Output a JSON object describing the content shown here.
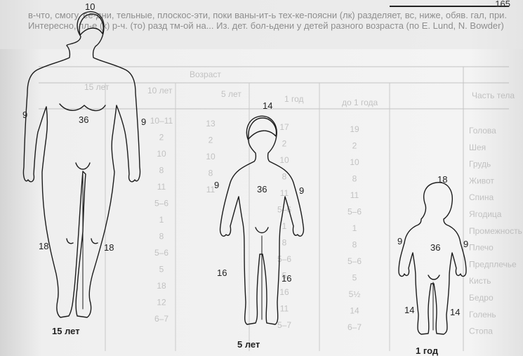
{
  "page_corner": "165",
  "background_text": "в-что, смогу, ее-дни, тельные, плоскос-эти, поки ваны-ит-ь тех-ке-поясни (лк) разделяет, вс, ниже, обяв. гал, при.  Интересно, пл-е (к) р-ч. (то) разд тм-ой на... Из. дет. бол-ьдени  у детей разного возраста (по Е. Lund, N. Bowder)",
  "figures": [
    {
      "caption": "15 лет",
      "head": "10",
      "trunk": "36",
      "left_arm": "9",
      "right_arm": "9",
      "left_leg": "18",
      "right_leg": "18"
    },
    {
      "caption": "5 лет",
      "head": "14",
      "trunk": "36",
      "left_arm": "9",
      "right_arm": "9",
      "left_leg": "16",
      "right_leg": "16"
    },
    {
      "caption": "1 год",
      "head": "18",
      "trunk": "36",
      "left_arm": "9",
      "right_arm": "9",
      "left_leg": "14",
      "right_leg": "14"
    }
  ],
  "ghost_table": {
    "header_age": "Возраст",
    "col_body_part": "Часть тела",
    "col_until_1": "до 1 года",
    "col_1y": "1 год",
    "col_5y": "5 лет",
    "col_10y": "10 лет",
    "col_15y": "15 лет",
    "rows_col1": [
      "19",
      "2",
      "10",
      "8",
      "11",
      "5–6",
      "1",
      "8",
      "5–6",
      "5",
      "5½",
      "14",
      "6–7"
    ],
    "rows_col2": [
      "17",
      "2",
      "10",
      "8",
      "11",
      "5–6",
      "1",
      "8",
      "5–6",
      "5",
      "16",
      "11",
      "5–7"
    ],
    "rows_col3": [
      "13",
      "2",
      "10",
      "8",
      "11"
    ],
    "rows_col4": [
      "10–11",
      "2",
      "10",
      "8",
      "11",
      "5–6",
      "1",
      "8",
      "5–6",
      "5",
      "18",
      "12",
      "6–7"
    ],
    "left_labels": [
      "Голова",
      "Шея",
      "Грудь",
      "Живот",
      "Спина",
      "Ягодица",
      "Промежность",
      "Плечо",
      "Предплечье",
      "Кисть",
      "Бедро",
      "Голень",
      "Стопа"
    ]
  }
}
